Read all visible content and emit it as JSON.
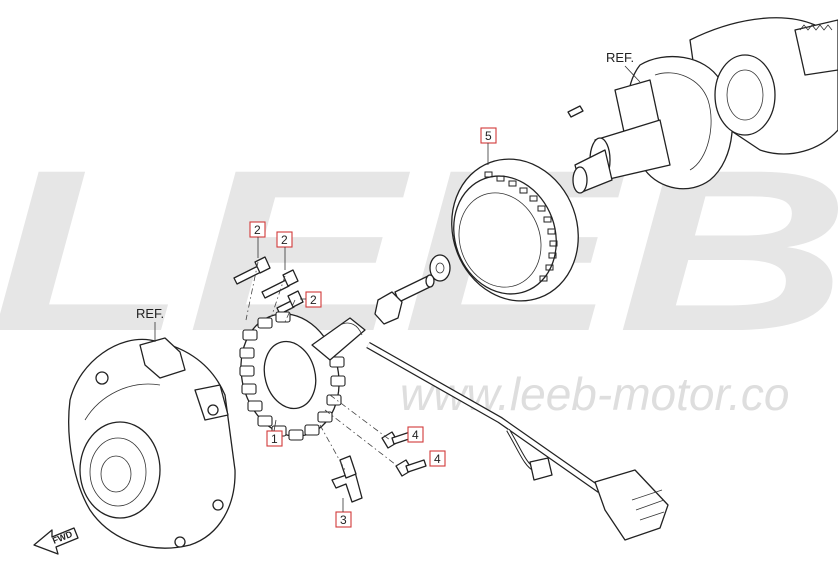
{
  "watermark": {
    "brand": "LEEB",
    "url": "www.leeb-motor.co"
  },
  "refs": {
    "crankshaft": "REF.",
    "cover": "REF."
  },
  "callouts": [
    {
      "id": "c2a",
      "label": "2"
    },
    {
      "id": "c2b",
      "label": "2"
    },
    {
      "id": "c2c",
      "label": "2"
    },
    {
      "id": "c5",
      "label": "5"
    },
    {
      "id": "c1",
      "label": "1"
    },
    {
      "id": "c4a",
      "label": "4"
    },
    {
      "id": "c4b",
      "label": "4"
    },
    {
      "id": "c3",
      "label": "3"
    }
  ],
  "fwd_label": "FWD"
}
